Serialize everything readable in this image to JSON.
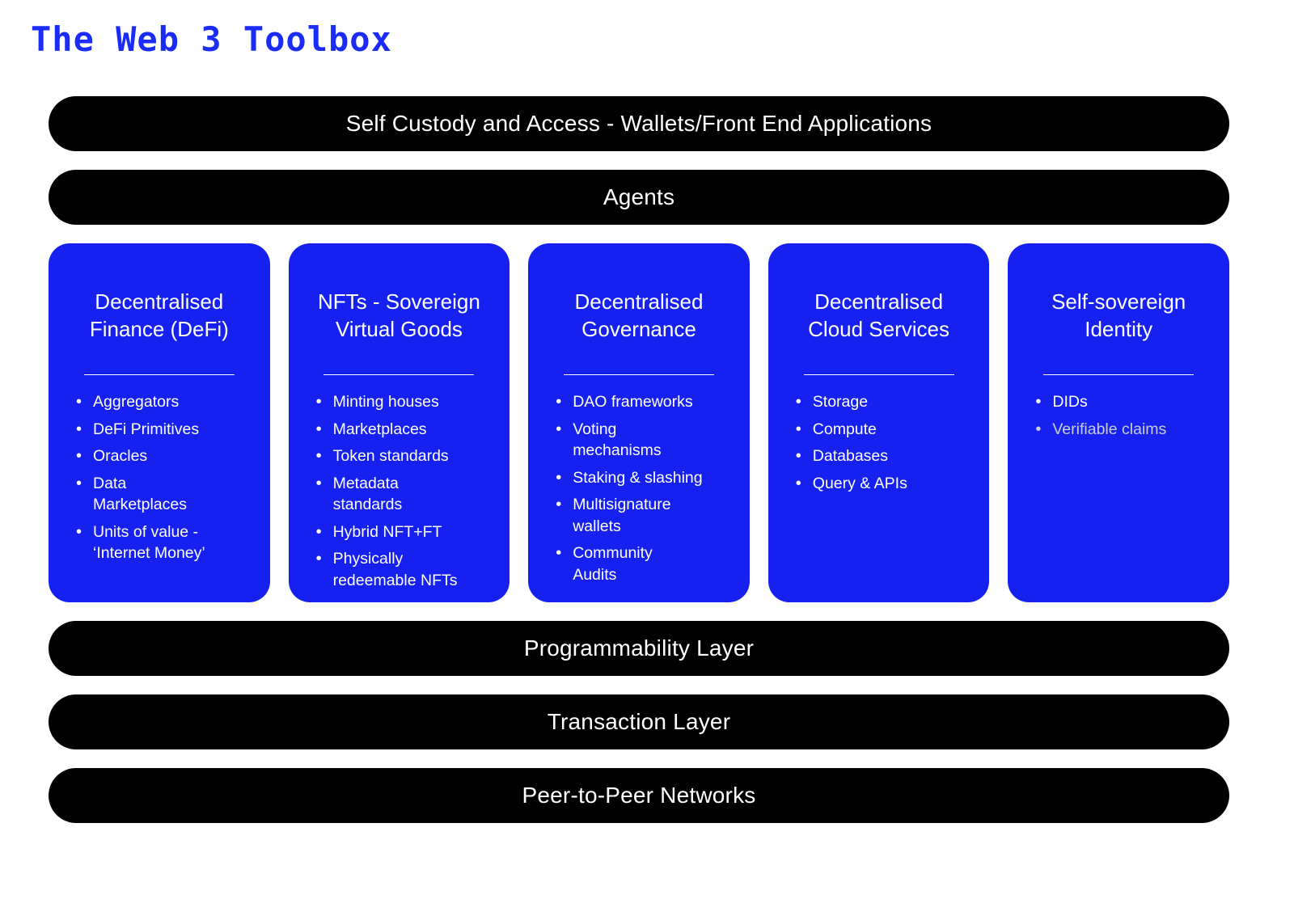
{
  "title": "The Web 3 Toolbox",
  "top_bars": [
    {
      "label": "Self Custody and Access - Wallets/Front End Applications"
    },
    {
      "label": "Agents"
    }
  ],
  "cards": [
    {
      "title": "Decentralised Finance (DeFi)",
      "items": [
        "Aggregators",
        "DeFi Primitives",
        "Oracles",
        "Data\nMarketplaces",
        "Units of value -\n‘Internet Money’"
      ]
    },
    {
      "title": "NFTs - Sovereign Virtual Goods",
      "items": [
        "Minting houses",
        "Marketplaces",
        "Token standards",
        "Metadata\nstandards",
        "Hybrid NFT+FT",
        "Physically\nredeemable NFTs"
      ]
    },
    {
      "title": "Decentralised Governance",
      "items": [
        "DAO frameworks",
        "Voting\nmechanisms",
        "Staking & slashing",
        "Multisignature\nwallets",
        "Community\nAudits"
      ]
    },
    {
      "title": "Decentralised Cloud Services",
      "items": [
        "Storage",
        "Compute",
        "Databases",
        "Query & APIs"
      ]
    },
    {
      "title": "Self-sovereign Identity",
      "items": [
        "DIDs",
        "Verifiable claims"
      ]
    }
  ],
  "bottom_bars": [
    {
      "label": "Programmability Layer"
    },
    {
      "label": "Transaction Layer"
    },
    {
      "label": "Peer-to-Peer Networks"
    }
  ],
  "colors": {
    "title_blue": "#1b2cf8",
    "card_blue": "#1621f0",
    "bar_black": "#000000",
    "text_white": "#ffffff",
    "muted_text": "#c9cdd4"
  }
}
